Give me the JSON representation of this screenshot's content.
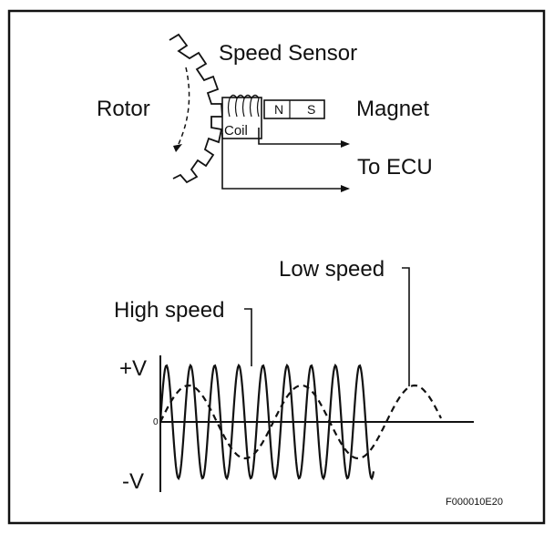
{
  "labels": {
    "speed_sensor": "Speed Sensor",
    "rotor": "Rotor",
    "magnet": "Magnet",
    "coil": "Coil",
    "north": "N",
    "south": "S",
    "to_ecu": "To ECU",
    "low_speed": "Low speed",
    "high_speed": "High speed",
    "plus_v": "+V",
    "zero": "0",
    "minus_v": "-V",
    "figure_code": "F000010E20"
  },
  "colors": {
    "ink": "#111111",
    "background": "#ffffff"
  }
}
